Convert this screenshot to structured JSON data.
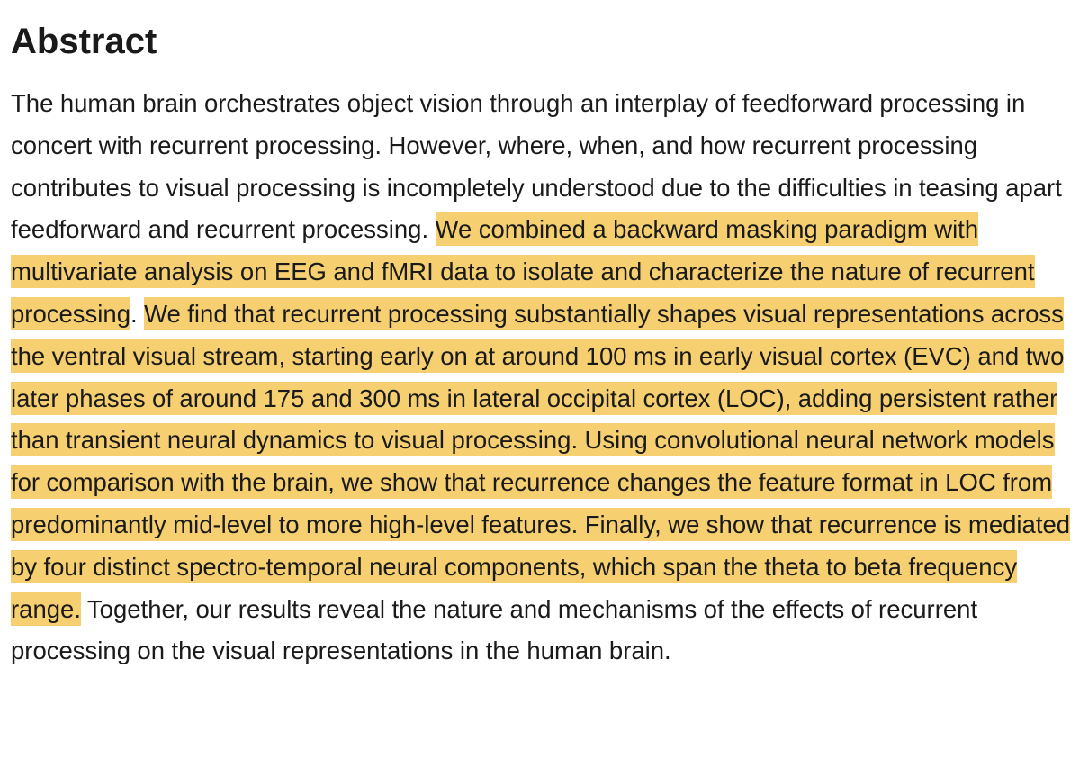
{
  "heading": "Abstract",
  "abstract": {
    "before_highlight": "The human brain orchestrates object vision through an interplay of feedforward processing in concert with recurrent processing. However, where, when, and how recurrent processing contributes to visual processing is incompletely understood due to the difficulties in teasing apart feedforward and recurrent processing. ",
    "highlight_1": "We combined a backward masking paradigm with multivariate analysis on EEG and fMRI data to isolate and characterize the nature of recurrent processing",
    "between_highlights": ". ",
    "highlight_2": "We find that recurrent processing substantially shapes visual representations across the ventral visual stream, starting early on at around 100 ms in early visual cortex (EVC) and two later phases of around 175 and 300 ms in lateral occipital cortex (LOC), adding persistent rather than transient neural dynamics to visual processing. Using convolutional neu­ral network models for comparison with the brain, we show that recurrence changes the feature format in LOC from predominantly mid-level to more high-level features. Finally, we show that recurrence is mediated by four distinct spectro-temporal neural components, which span the theta to beta frequency range.",
    "after_highlight": " Together, our results reveal the nature and mechanisms of the effects of recurrent processing on the visual representations in the human brain."
  },
  "colors": {
    "highlight": "#f5cf70",
    "text": "#1a1a1a"
  }
}
